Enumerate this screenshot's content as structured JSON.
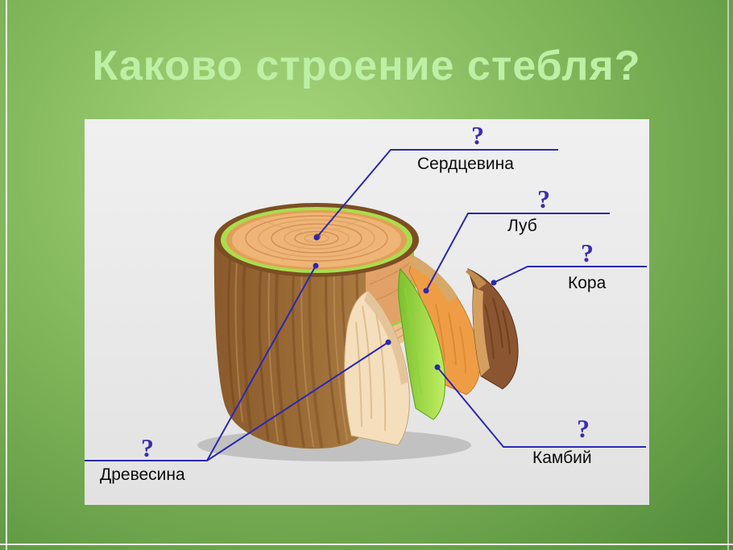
{
  "slide": {
    "title": "Каково строение стебля?",
    "title_color": "#bdefa4",
    "background_color": "#7db257"
  },
  "diagram": {
    "panel_background": "#e8e8e8",
    "pointer_color": "#2b28b0",
    "labels": [
      {
        "id": "pith",
        "text": "Сердцевина",
        "q": "?"
      },
      {
        "id": "bast",
        "text": "Луб",
        "q": "?"
      },
      {
        "id": "bark",
        "text": "Кора",
        "q": "?"
      },
      {
        "id": "cambium",
        "text": "Камбий",
        "q": "?"
      },
      {
        "id": "wood",
        "text": "Древесина",
        "q": "?"
      }
    ],
    "parts_colors": {
      "bark": "#8a5530",
      "bast": "#ef9d44",
      "cambium": "#9ed63e",
      "wood": "#f4debc",
      "pith": "#a55f28"
    }
  }
}
